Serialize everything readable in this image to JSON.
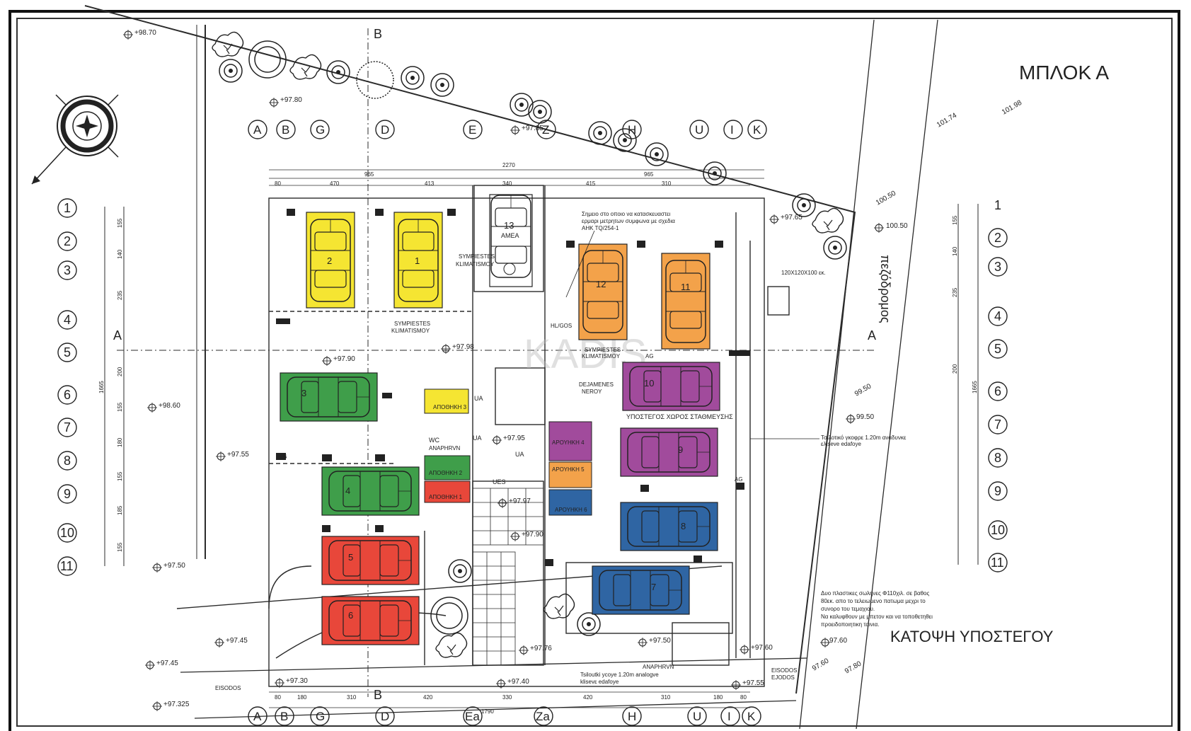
{
  "titles": {
    "block": "ΜΠΛΟΚ Α",
    "plan": "ΚΑΤΟΨΗ ΥΠΟΣΤΕΓΟΥ"
  },
  "labels": {
    "street": "πεζόδρομος",
    "section_a": "A",
    "section_b": "B",
    "parking_area": "ΥΠΟΣΤΕΓΟΣ ΧΩΡΟΣ ΣΤΑΘΜΕΥΣΗΣ",
    "meter_note_1": "Σημειο στο οποιο να κατασκευαστει",
    "meter_note_2": "ερμαρι μετρητων συμφωνα με σχεδια",
    "meter_note_3": "ΑΗΚ TQ/254-1",
    "box": "120X120X100 εκ.",
    "tactile_right_1": "Τσιλοτικό γκοφρε 1.20m αναδυνκε",
    "tactile_right_2": "ελιseve edafoye",
    "tactile_bottom_1": "Tsiloutki ycoye 1.20m analogve",
    "tactile_bottom_2": "klisevε edafoye",
    "pipes_1": "Δυο πλαστικες σωληνες Φ110χιλ. σε βαθος",
    "pipes_2": "80εκ. απο το τελειωμενο πατωμα μεχρι το",
    "pipes_3": "συνορο του τεμαχιου.",
    "pipes_4": "Να καλυφθουν με μπετον και να τοποθετηθει",
    "pipes_5": "προειδοποιητικη ταινια.",
    "compressors_1": "SYMPIESTES",
    "compressors_2": "KLIMATISMOY",
    "water_1": "DEJAMENES",
    "water_2": "NEROY",
    "wc_1": "WC",
    "wc_2": "ANAPHRVN",
    "entrance": "EISODOS",
    "entrance_2": "EISODOS",
    "exit": "EJODOS",
    "stairs": "HL/GOS",
    "storage_1": "ΑΠΟΘΗΚΗ 1",
    "storage_2": "ΑΠΟΘΗΚΗ 2",
    "storage_3": "ΑΠΟΘΗΚΗ 3",
    "storage_4": "ΑΡΟΥΗΚΗ 4",
    "storage_5": "ΑΡΟΥΗΚΗ 5",
    "storage_6": "ΑΡΟΥΗΚΗ 6",
    "ua": "UA",
    "ues": "UES",
    "ag": "AG",
    "amea": "13",
    "amea_2": "ΑΜΕΑ",
    "watermark": "KADIS"
  },
  "grid_letters_top": [
    "A",
    "B",
    "G",
    "D",
    "E",
    "Z",
    "H",
    "U",
    "I",
    "K"
  ],
  "grid_letters_bottom": [
    "A",
    "B",
    "G",
    "D",
    "Ea",
    "Za",
    "H",
    "U",
    "I",
    "K"
  ],
  "grid_numbers": [
    "1",
    "2",
    "3",
    "4",
    "5",
    "6",
    "7",
    "8",
    "9",
    "10",
    "11"
  ],
  "dimensions_top": [
    "2270",
    "965",
    "965",
    "80",
    "470",
    "413",
    "340",
    "415",
    "310"
  ],
  "dimensions_bottom": [
    "80",
    "180",
    "310",
    "420",
    "330",
    "420",
    "310",
    "180",
    "80",
    "1790"
  ],
  "dimensions_side": [
    "155",
    "140",
    "235",
    "200",
    "155",
    "180",
    "155",
    "185",
    "155",
    "1665"
  ],
  "elevations": {
    "e1": "+98.70",
    "e2": "+97.80",
    "e3": "+97.85",
    "e4": "+98.60",
    "e5": "+97.90",
    "e6": "+97.55",
    "e7": "+97.50",
    "e8": "+97.45",
    "e9": "+97.45",
    "e10": "+97.30",
    "e11": "+97.325",
    "e12": "+97.40",
    "e13": "+97.76",
    "e14": "+97.50",
    "e15": "+97.60",
    "e16": "+97.55",
    "e17": "+97.95",
    "e18": "+97.98",
    "e19": "+97.97",
    "e20": "+97.90",
    "e21": "+97.65",
    "e22": "100.50",
    "e23": "100.50",
    "e24": "99.50",
    "e25": "99.50",
    "e26": "97.60",
    "e27": "97.60",
    "e28": "97.80",
    "e29": "101.74",
    "e30": "101.98"
  },
  "parking_slots": [
    {
      "num": "1",
      "color": "#f5e532"
    },
    {
      "num": "2",
      "color": "#f5e532"
    },
    {
      "num": "3",
      "color": "#3f9e4a"
    },
    {
      "num": "4",
      "color": "#3f9e4a"
    },
    {
      "num": "5",
      "color": "#e8473a"
    },
    {
      "num": "6",
      "color": "#e8473a"
    },
    {
      "num": "7",
      "color": "#2f65a3"
    },
    {
      "num": "8",
      "color": "#2f65a3"
    },
    {
      "num": "9",
      "color": "#a14b9c"
    },
    {
      "num": "10",
      "color": "#a14b9c"
    },
    {
      "num": "11",
      "color": "#f3a24a"
    },
    {
      "num": "12",
      "color": "#f3a24a"
    }
  ],
  "colors": {
    "yellow": "#f5e532",
    "green": "#3f9e4a",
    "red": "#e8473a",
    "blue": "#2f65a3",
    "purple": "#a14b9c",
    "orange": "#f3a24a",
    "line": "#2b2b2b"
  }
}
